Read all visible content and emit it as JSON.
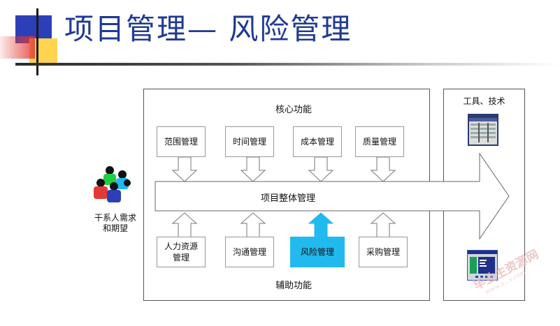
{
  "title": "项目管理— 风险管理",
  "core_label": "核心功能",
  "aux_label": "辅助功能",
  "integration_label": "项目整体管理",
  "tools_label": "工具、技术",
  "stakeholder_label_line1": "干系人需求",
  "stakeholder_label_line2": "和期望",
  "core_items": [
    "范围管理",
    "时间管理",
    "成本管理",
    "质量管理"
  ],
  "aux_items": [
    "人力资源\n管理",
    "沟通管理",
    "风险管理",
    "采购管理"
  ],
  "highlight_item": "风险管理",
  "watermark_main": "毕业生资源网",
  "watermark_url": "www.s...v.com",
  "colors": {
    "title": "#1f3a93",
    "highlight": "#22b9ee",
    "deco_red": "#e53935",
    "deco_yellow": "#ffd54f",
    "deco_blue": "#2c3fb8"
  }
}
